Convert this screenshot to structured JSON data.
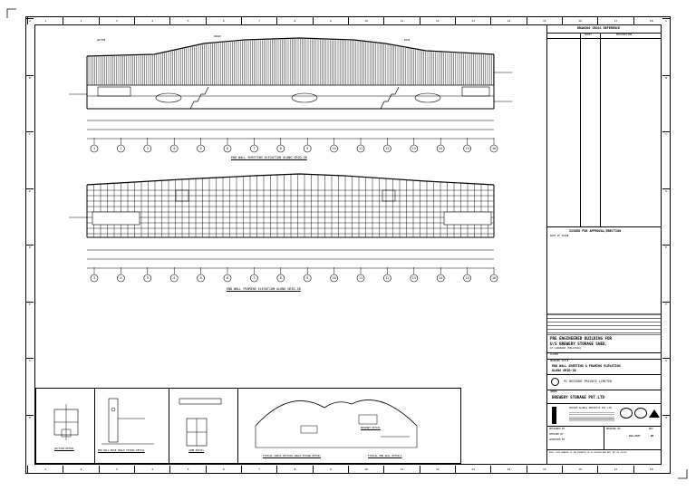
{
  "title_block": {
    "header": "DRAWING CROSS REFERENCE",
    "col1": "SHEET",
    "col2": "DESCRIPTION",
    "issue_label": "ISSUED FOR APPROVAL/ERECTION",
    "issue_sub": "DATE OF ISSUE",
    "project_line1": "PRE ENGINEERED BUILDING FOR",
    "project_line2": "U/S BREWERY STORAGE SHED,",
    "project_line3": "AT LANGKAWI (MALAYSIA)",
    "client_label": "CLIENT",
    "drawing_title_label": "DRAWING TITLE",
    "drawing_title_1": "END WALL SHEETING & FRAMING ELEVATION",
    "drawing_title_2": "ALONG GRID-2B",
    "company": "PC DESIGNS PRIVATE LIMITED",
    "owner_label": "OWNER",
    "owner": "BREWERY STORAGE PVT.LTD",
    "contractor": "SHIVAM GLOBAL PROJECTS PVT LTD",
    "designed_by": "DESIGNED BY",
    "checked_by": "CHECKED BY",
    "approved_by": "APPROVED BY",
    "drawing_no_label": "DRAWING NO",
    "drawing_no": "SGA-2387",
    "rev_label": "REV",
    "rev": "R0",
    "note": "NOTE: THIS DRAWING IS THE PROPERTY OF PC DESIGNS AND MUST NOT BE COPIED"
  },
  "drawings": {
    "elev1_caption": "END WALL SHEETING ELEVATION ALONG GRID-2B",
    "elev2_caption": "END WALL FRAMING ELEVATION ALONG GRID-2B",
    "label_a": "GUTTER",
    "label_b": "RIDGE",
    "label_c": "EAVE",
    "grid_numbers": [
      "1",
      "2",
      "3",
      "4",
      "5",
      "6",
      "7",
      "8",
      "9",
      "10",
      "11",
      "12",
      "13",
      "14",
      "15",
      "16"
    ],
    "detail1": "SECTION DETAIL",
    "detail2": "END WALL BASE ANGLE FIXING DETAIL",
    "detail3": "JAMB DETAIL",
    "detail4": "TYPICAL CROSS SECTION ANGLE FIXING DETAIL",
    "detail5": "TYPICAL END WALL DETAILS",
    "detail6": "MASONRY DETAIL"
  },
  "ruler": {
    "cols": [
      "1",
      "2",
      "3",
      "4",
      "5",
      "6",
      "7",
      "8",
      "9",
      "10",
      "11",
      "12",
      "13",
      "14",
      "15",
      "16",
      "17",
      "18"
    ],
    "rows": [
      "A",
      "B",
      "C",
      "D",
      "E",
      "F",
      "G",
      "H"
    ]
  }
}
